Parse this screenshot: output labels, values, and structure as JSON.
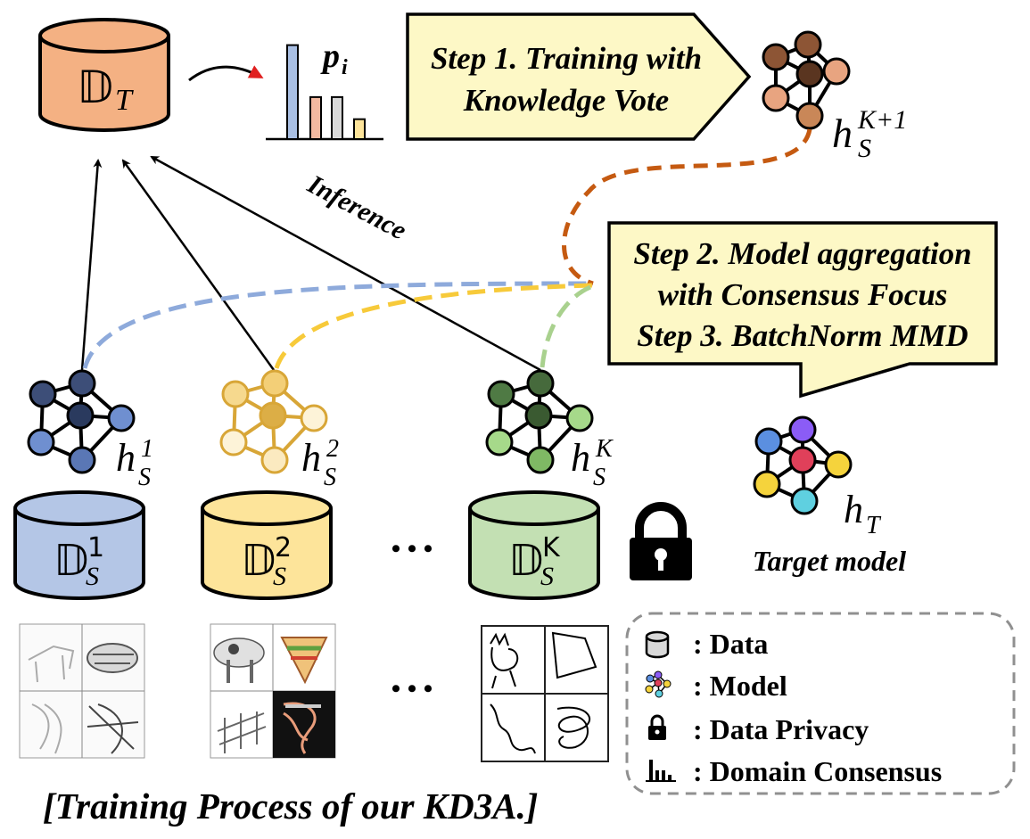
{
  "target_data": {
    "symbol": "𝔻",
    "subscript": "T"
  },
  "prob": {
    "symbol": "p",
    "subscript": "i",
    "bar_values": [
      0.85,
      0.38,
      0.38,
      0.18
    ]
  },
  "step1": {
    "line1": "Step 1. Training with",
    "line2": "Knowledge Vote"
  },
  "model_next": {
    "symbol": "h",
    "subscript": "S",
    "superscript": "K+1"
  },
  "inference_label": "Inference",
  "step2": {
    "line1": "Step 2. Model aggregation",
    "line2": "with Consensus Focus",
    "line3": "Step 3. BatchNorm MMD"
  },
  "source_models": [
    {
      "symbol": "h",
      "subscript": "S",
      "superscript": "1",
      "color": "#3d4e78"
    },
    {
      "symbol": "h",
      "subscript": "S",
      "superscript": "2",
      "color": "#d8a637"
    },
    {
      "symbol": "h",
      "subscript": "S",
      "superscript": "K",
      "color": "#466a3c"
    }
  ],
  "source_data": [
    {
      "symbol": "𝔻",
      "subscript": "S",
      "superscript": "1",
      "color": "#b4c6e6"
    },
    {
      "symbol": "𝔻",
      "subscript": "S",
      "superscript": "2",
      "color": "#fde49a"
    },
    {
      "symbol": "𝔻",
      "subscript": "S",
      "superscript": "K",
      "color": "#c3e0b3"
    }
  ],
  "ellipsis": "• • •",
  "target_model": {
    "symbol": "h",
    "subscript": "T",
    "caption": "Target model"
  },
  "legend": {
    "items": [
      {
        "icon": "data-icon",
        "label": ": Data"
      },
      {
        "icon": "model-icon",
        "label": ": Model"
      },
      {
        "icon": "lock-icon",
        "label": ": Data Privacy"
      },
      {
        "icon": "bar-chart-icon",
        "label": ": Domain Consensus"
      }
    ]
  },
  "caption": "[Training Process of our KD3A.]",
  "colors": {
    "target_cylinder": "#f4b183",
    "step_box": "#fdf8c6",
    "orange_dash": "#c55a11",
    "blue_dash": "#8eaadb",
    "yellow_dash": "#f7ca3a",
    "green_dash": "#a9d18e",
    "red_arrow": "#e02020"
  }
}
